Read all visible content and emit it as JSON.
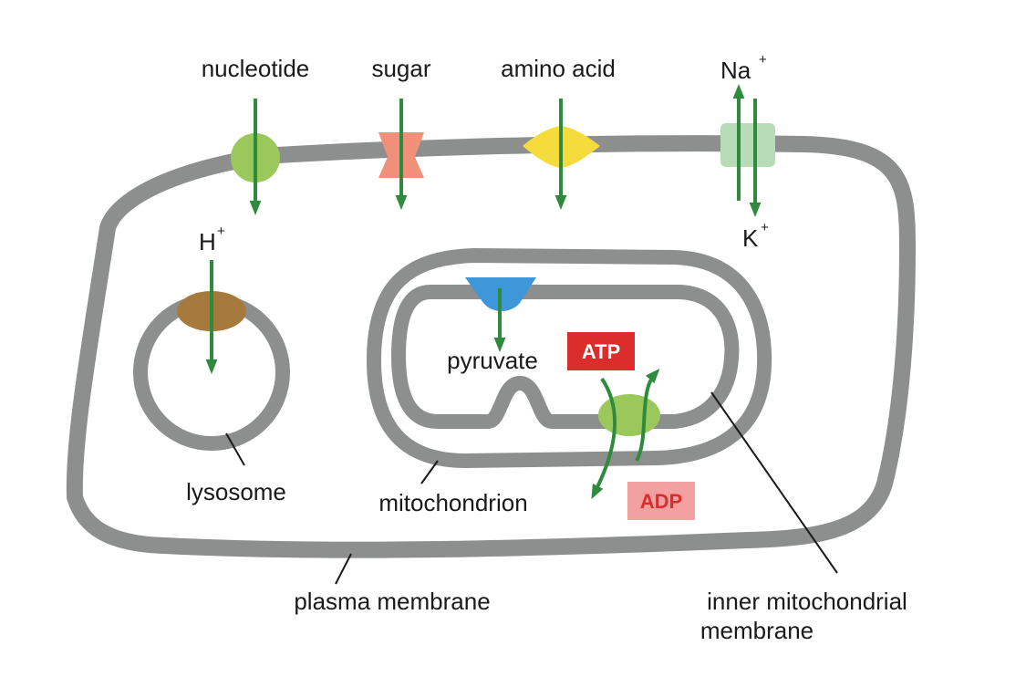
{
  "labels": {
    "nucleotide": "nucleotide",
    "sugar": "sugar",
    "amino_acid": "amino acid",
    "na": "Na",
    "na_sup": "+",
    "k": "K",
    "k_sup": "+",
    "h": "H",
    "h_sup": "+",
    "pyruvate": "pyruvate",
    "atp": "ATP",
    "adp": "ADP",
    "lysosome": "lysosome",
    "mitochondrion": "mitochondrion",
    "plasma_membrane": "plasma membrane",
    "inner_membrane_line1": "inner mitochondrial",
    "inner_membrane_line2": "membrane"
  },
  "colors": {
    "membrane": "#8c8f8e",
    "arrow": "#2e8b3e",
    "nucleotide_transporter": "#9bc85a",
    "sugar_transporter": "#f0907a",
    "amino_acid_transporter": "#f5dc3c",
    "na_k_pump": "#b8dcb8",
    "lysosome_pump": "#a57a3c",
    "pyruvate_transporter": "#3d97d8",
    "atp_adp_exchanger": "#9bc85a",
    "atp_box": "#dc2d2d",
    "adp_box": "#f2a0a0"
  }
}
